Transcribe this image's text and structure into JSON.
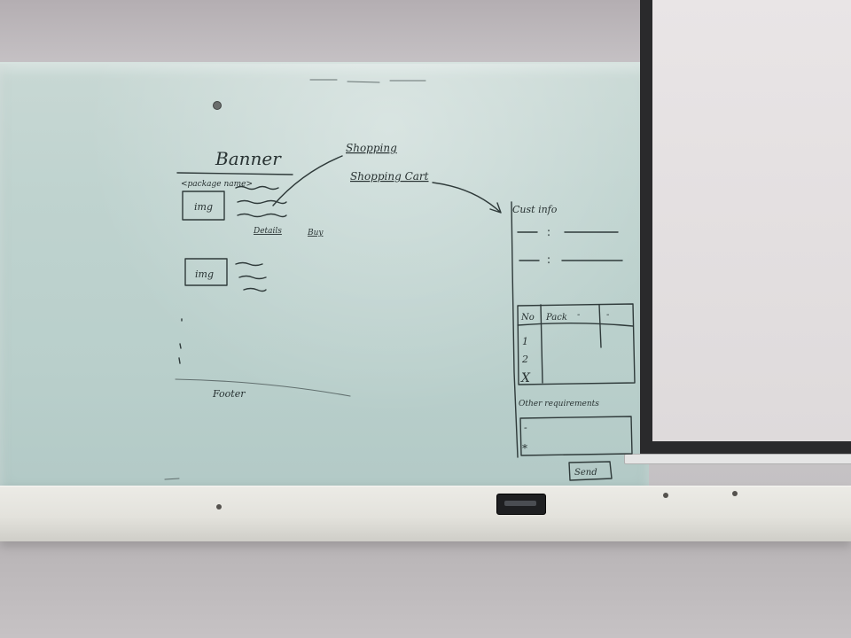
{
  "sketch": {
    "banner_text": "Banner",
    "package_name_text": "<package name>",
    "img_label_1": "img",
    "img_label_2": "img",
    "details_link": "Details",
    "buy_link": "Buy",
    "footer_text": "Footer",
    "shopping_text": "Shopping",
    "shopping_cart_text": "Shopping Cart",
    "cust_info_text": "Cust info",
    "table_headers": [
      "No",
      "Pack",
      "-",
      "-"
    ],
    "table_rows": [
      "1",
      "2",
      "X"
    ],
    "other_requirements_text": "Other requirements",
    "requirements_bullet_1": "-",
    "requirements_bullet_2": "*",
    "send_button_text": "Send"
  },
  "colors": {
    "whiteboard": "#bfd3cf",
    "ink": "#2f3a3a",
    "projector_frame": "#2a2a2c",
    "projector_surface": "#e6e2e3",
    "tray": "#e8e7e1"
  }
}
